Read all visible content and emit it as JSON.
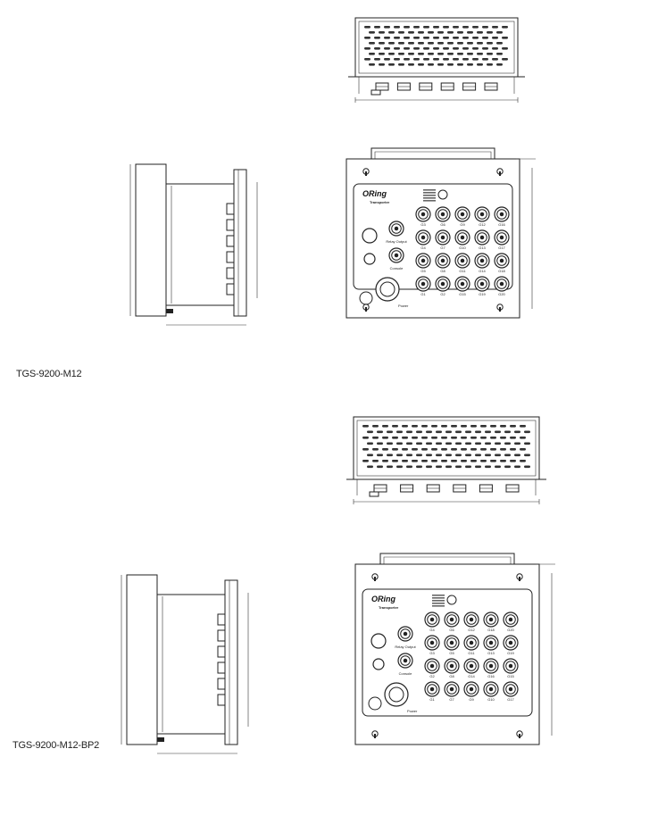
{
  "captions": {
    "m12": "TGS-9200-M12",
    "bp2": "TGS-9200-M12-BP2"
  },
  "front_panel": {
    "logo": "ORing",
    "product_line": "Transporter",
    "labels": {
      "relay": "Relay Output",
      "console": "Console",
      "power": "Power"
    },
    "ports_m12": [
      "G3",
      "G6",
      "G9",
      "G12",
      "G16",
      "G4",
      "G7",
      "G10",
      "G13",
      "G17",
      "G5",
      "G8",
      "G11",
      "G14",
      "G18",
      "G1",
      "G2",
      "G15",
      "G19",
      "G20"
    ],
    "ports_bp2": [
      "G4",
      "G6",
      "G12",
      "G18",
      "G20",
      "G3",
      "G5",
      "G11",
      "G13",
      "G19",
      "G2",
      "G8",
      "G14",
      "G16",
      "G15",
      "G1",
      "G7",
      "G9",
      "G10",
      "G17"
    ]
  },
  "icons": {
    "vent": "ventilation-slot",
    "port": "m12-connector",
    "mount": "keyhole-mount"
  }
}
